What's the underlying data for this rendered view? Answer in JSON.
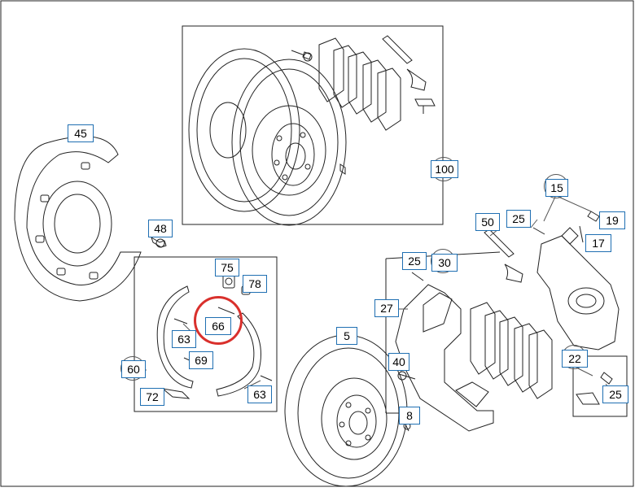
{
  "colors": {
    "line": "#222222",
    "callout_border": "#1f6fb2",
    "highlight": "#d9302c",
    "background": "#ffffff"
  },
  "callouts": {
    "c100": "100",
    "c45": "45",
    "c48": "48",
    "c15": "15",
    "c19": "19",
    "c25a": "25",
    "c17": "17",
    "c50": "50",
    "c25b": "25",
    "c30": "30",
    "c27": "27",
    "c75": "75",
    "c78": "78",
    "c66": "66",
    "c63a": "63",
    "c69": "69",
    "c60": "60",
    "c72": "72",
    "c63b": "63",
    "c5": "5",
    "c40": "40",
    "c8": "8",
    "c22": "22",
    "c25c": "25"
  },
  "highlighted_part": "66"
}
